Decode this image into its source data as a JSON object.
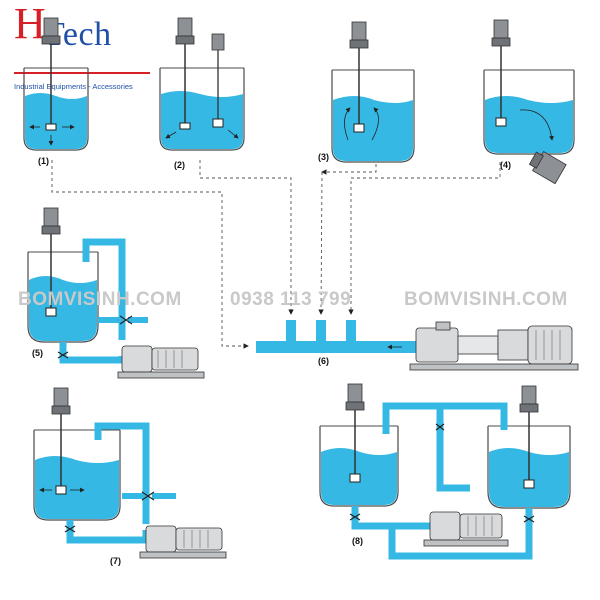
{
  "logo": {
    "letter": "H",
    "word": "Tech",
    "tagline": "Industrial Equipments - Accessories"
  },
  "watermarks": {
    "left": "BOMVISINH.COM",
    "center": "0938 113 799",
    "right": "BOMVISINH.COM"
  },
  "diagram_labels": [
    "(1)",
    "(2)",
    "(3)",
    "(4)",
    "(5)",
    "(6)",
    "(7)",
    "(8)"
  ],
  "colors": {
    "liquid": "#35b8e3",
    "liquid_dark": "#1d97c4",
    "tank_outline": "#4a4a4a",
    "motor": "#8d9196",
    "logo_red": "#d62027",
    "logo_blue": "#1f4fa8",
    "watermark": "#c9c9c9"
  }
}
